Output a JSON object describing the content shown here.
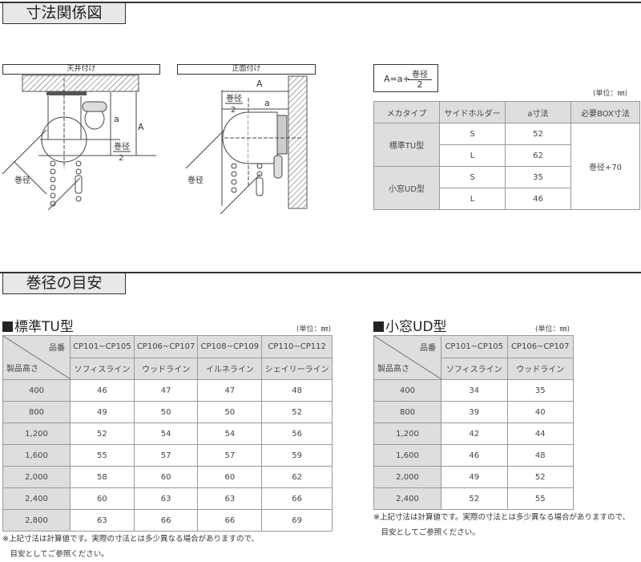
{
  "section1": {
    "title": "寸法関係図"
  },
  "diagram_ceiling": {
    "title": "天井付け",
    "label_a": "a",
    "label_A": "A",
    "label_diam": "巻径",
    "label_half_num": "巻径",
    "label_half_den": "2"
  },
  "diagram_front": {
    "title": "正面付け",
    "label_a": "a",
    "label_A": "A",
    "label_diam": "巻径",
    "label_half_num": "巻径",
    "label_half_den": "2"
  },
  "formula": {
    "left": "A=a+",
    "num": "巻径",
    "den": "2"
  },
  "unit": "(単位：㎜)",
  "dim_table": {
    "headers": [
      "メカタイプ",
      "サイドホルダー",
      "a寸法",
      "必要BOX寸法"
    ],
    "groups": [
      {
        "type": "標準TU型",
        "rows": [
          {
            "holder": "S",
            "a": "52"
          },
          {
            "holder": "L",
            "a": "62"
          }
        ]
      },
      {
        "type": "小窓UD型",
        "rows": [
          {
            "holder": "S",
            "a": "35"
          },
          {
            "holder": "L",
            "a": "46"
          }
        ]
      }
    ],
    "box": "巻径+70"
  },
  "section2": {
    "title": "巻径の目安"
  },
  "tu": {
    "title": "標準TU型",
    "corner_top": "品番",
    "corner_bottom": "製品高さ",
    "codes": [
      "CP101~CP105",
      "CP106~CP107",
      "CP108~CP109",
      "CP110~CP112"
    ],
    "lines": [
      "ソフィスライン",
      "ウッドライン",
      "イルネライン",
      "シェイリーライン"
    ],
    "rows": [
      [
        "400",
        "46",
        "47",
        "47",
        "48"
      ],
      [
        "800",
        "49",
        "50",
        "50",
        "52"
      ],
      [
        "1,200",
        "52",
        "54",
        "54",
        "56"
      ],
      [
        "1,600",
        "55",
        "57",
        "57",
        "59"
      ],
      [
        "2,000",
        "58",
        "60",
        "60",
        "62"
      ],
      [
        "2,400",
        "60",
        "63",
        "63",
        "66"
      ],
      [
        "2,800",
        "63",
        "66",
        "66",
        "69"
      ]
    ]
  },
  "ud": {
    "title": "小窓UD型",
    "corner_top": "品番",
    "corner_bottom": "製品高さ",
    "codes": [
      "CP101~CP105",
      "CP106~CP107"
    ],
    "lines": [
      "ソフィスライン",
      "ウッドライン"
    ],
    "rows": [
      [
        "400",
        "34",
        "35"
      ],
      [
        "800",
        "39",
        "40"
      ],
      [
        "1,200",
        "42",
        "44"
      ],
      [
        "1,600",
        "46",
        "48"
      ],
      [
        "2,000",
        "49",
        "52"
      ],
      [
        "2,400",
        "52",
        "55"
      ]
    ]
  },
  "note": {
    "line1": "※上記寸法は計算値です。実際の寸法とは多少異なる場合がありますので、",
    "line2": "　目安としてご参照ください。"
  }
}
